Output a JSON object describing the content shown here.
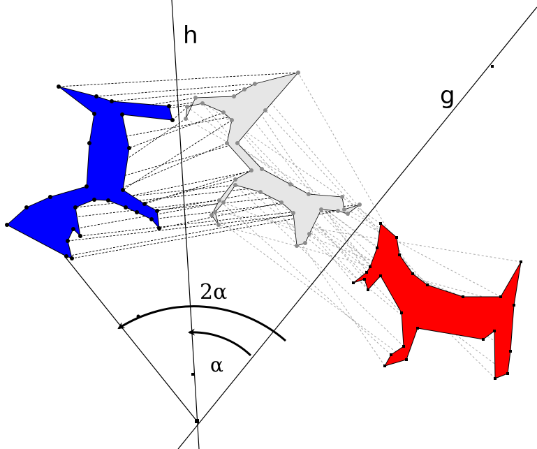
{
  "labels": {
    "line_h": "h",
    "line_g": "g",
    "angle_double": "2α",
    "angle_single": "α"
  },
  "colors": {
    "original_figure": "#ff0000",
    "intermediate_figure": "#e6e6e6",
    "intermediate_points": "#8c8c8c",
    "final_figure": "#0000ff",
    "lines": "#000000",
    "dashed_black": "#000000",
    "dashed_gray": "#a0a0a0"
  }
}
